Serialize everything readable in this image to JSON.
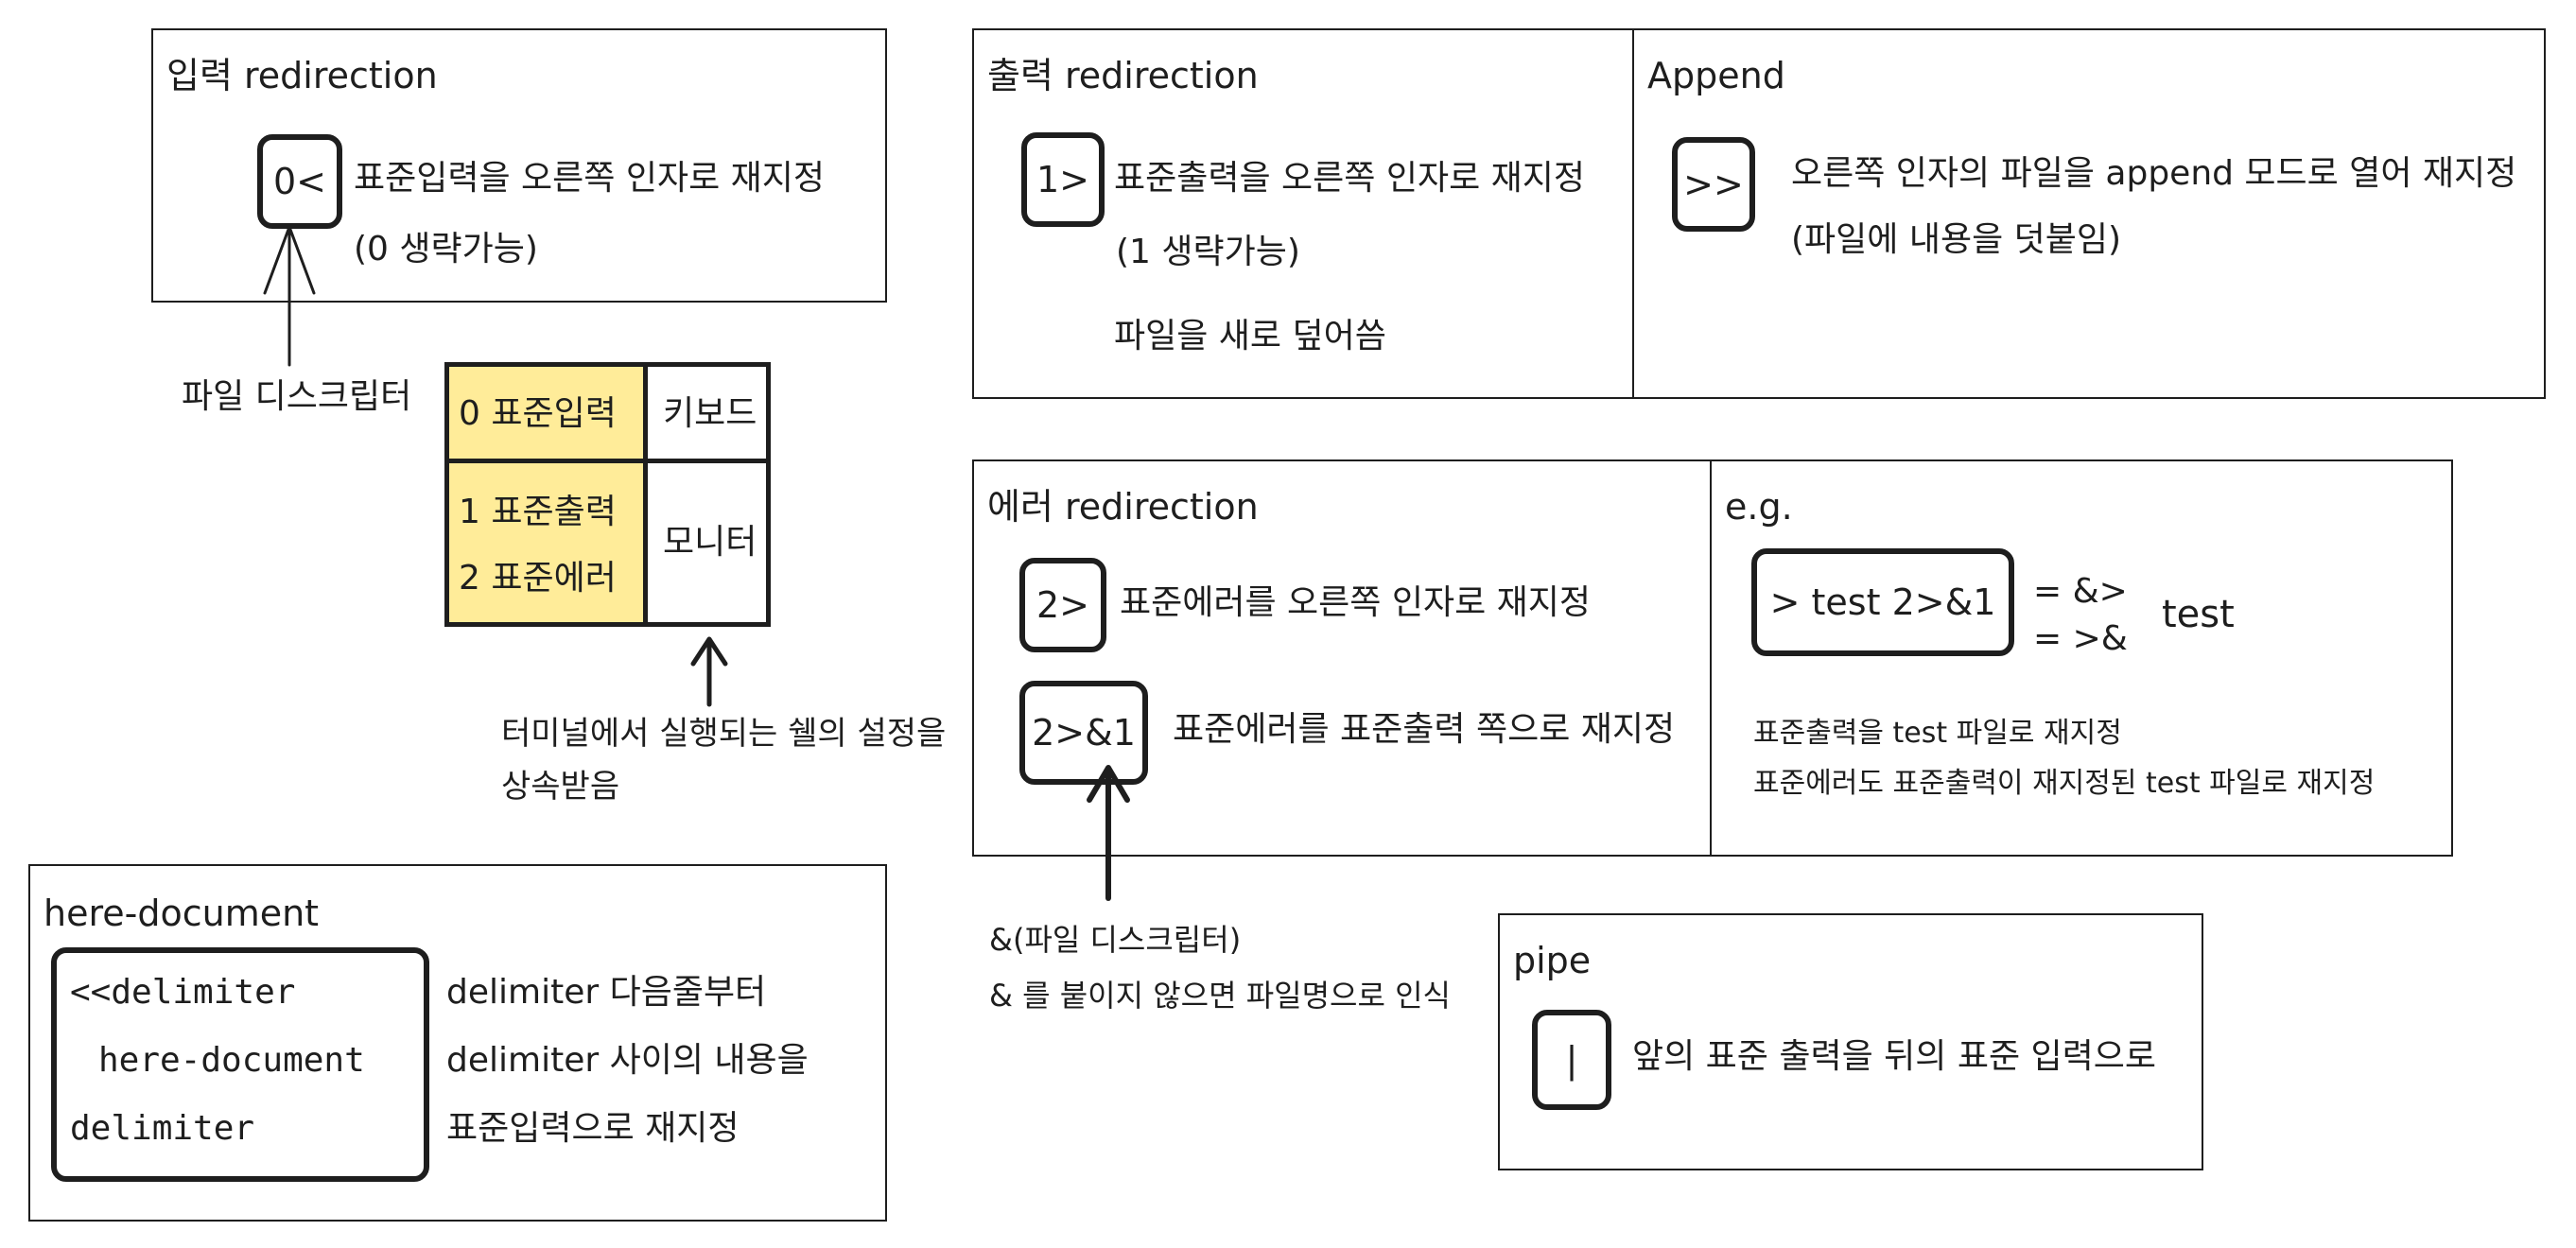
{
  "input_redir": {
    "title": "입력 redirection",
    "symbol": "0<",
    "desc": "표준입력을 오른쪽 인자로 재지정",
    "note": "(0 생략가능)"
  },
  "fd_label": "파일 디스크립터",
  "fd_table": {
    "stdin": "0 표준입력",
    "keyboard": "키보드",
    "stdout": "1 표준출력",
    "stderr": "2 표준에러",
    "monitor": "모니터"
  },
  "terminal_note": {
    "line1": "터미널에서 실행되는 쉘의 설정을",
    "line2": "상속받음"
  },
  "output_redir": {
    "title": "출력 redirection",
    "symbol": "1>",
    "desc": "표준출력을 오른쪽 인자로 재지정",
    "note": "(1 생략가능)",
    "note2": "파일을 새로 덮어씀"
  },
  "append": {
    "title": "Append",
    "symbol": ">>",
    "desc": "오른쪽 인자의 파일을 append 모드로 열어 재지정",
    "note": "(파일에 내용을 덧붙임)"
  },
  "error_redir": {
    "title": "에러 redirection",
    "symbol1": "2>",
    "desc1": "표준에러를 오른쪽 인자로 재지정",
    "symbol2": "2>&1",
    "desc2": "표준에러를 표준출력 쪽으로 재지정"
  },
  "amp_note": {
    "line1": "&(파일 디스크립터)",
    "line2": "& 를 붙이지 않으면 파일명으로 인식"
  },
  "example": {
    "title": "e.g.",
    "command": "> test 2>&1",
    "eq1": "= &>",
    "eq2": "= >&",
    "target": "test",
    "line1": "표준출력을 test 파일로 재지정",
    "line2": "표준에러도 표준출력이 재지정된 test 파일로 재지정"
  },
  "heredoc": {
    "title": "here-document",
    "code1": "<<delimiter",
    "code2": "here-document",
    "code3": "delimiter",
    "desc1": "delimiter 다음줄부터",
    "desc2": "delimiter 사이의 내용을",
    "desc3": "표준입력으로 재지정"
  },
  "pipe": {
    "title": "pipe",
    "symbol": "|",
    "desc": "앞의 표준 출력을 뒤의 표준 입력으로"
  },
  "colors": {
    "highlight": "#ffec99",
    "stroke": "#1e1e1e"
  }
}
